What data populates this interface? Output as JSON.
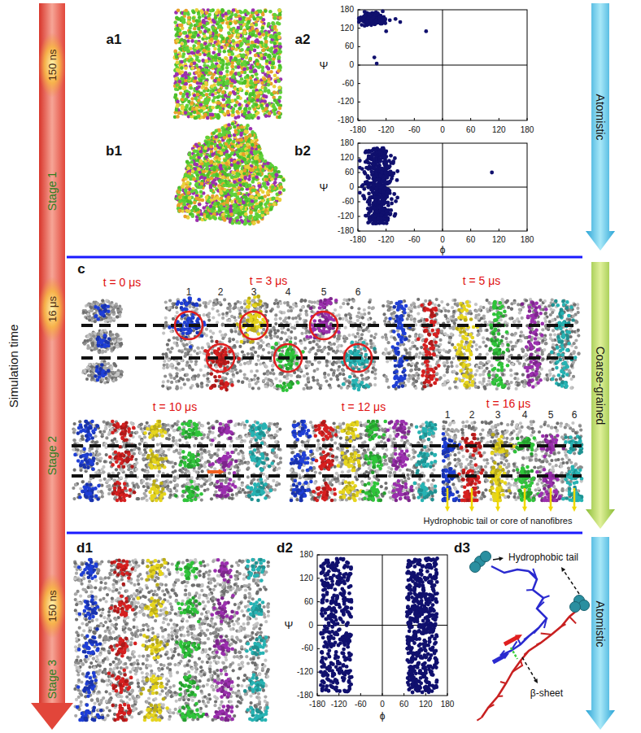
{
  "diagram": {
    "nodes": [
      {
        "text": [
          "Atomistic"
        ]
      },
      {
        "text": [
          "Coarse-grained"
        ]
      },
      {
        "text": [
          "Atomistic"
        ]
      }
    ],
    "labels": [
      "Simulation time",
      "150 ns",
      "Stage 1",
      "16 μs",
      "Stage 2",
      "150 ns",
      "Stage 3",
      "a1",
      "a2",
      "b1",
      "b2",
      "180",
      "120",
      "60",
      "0",
      "-60",
      "-120",
      "-180",
      "-180",
      "-120",
      "-60",
      "0",
      "60",
      "120",
      "180",
      "Ψ",
      "180",
      "120",
      "60",
      "0",
      "-60",
      "-120",
      "-180",
      "-180",
      "-120",
      "-60",
      "0",
      "60",
      "120",
      "180",
      "Ψ",
      "ϕ",
      "c",
      "t = 0 μs",
      "t = 3 μs",
      "t = 5 μs",
      "1",
      "2",
      "3",
      "4",
      "5",
      "6",
      "t = 10 μs",
      "t = 12 μs",
      "t = 16 μs",
      "1",
      "2",
      "3",
      "4",
      "5",
      "6",
      "Hydrophobic tail or core of nanofibres",
      "d1",
      "d2",
      "d3",
      "180",
      "120",
      "60",
      "0",
      "-60",
      "-120",
      "-180",
      "-180",
      "-120",
      "-60",
      "0",
      "60",
      "120",
      "180",
      "Ψ",
      "ϕ",
      "Hydrophobic tail",
      "β-sheet"
    ]
  }
}
